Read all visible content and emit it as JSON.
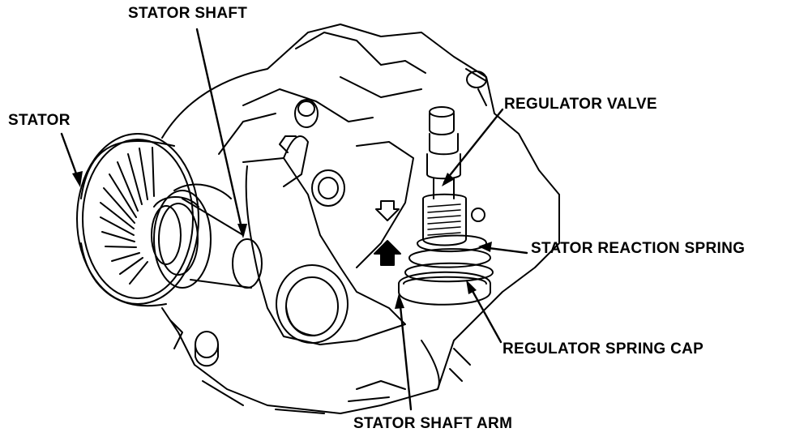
{
  "labels": {
    "stator_shaft": "STATOR SHAFT",
    "stator": "STATOR",
    "regulator_valve": "REGULATOR VALVE",
    "stator_reaction_spring": "STATOR REACTION SPRING",
    "regulator_spring_cap": "REGULATOR SPRING CAP",
    "stator_shaft_arm": "STATOR SHAFT ARM"
  },
  "colors": {
    "ink": "#000000",
    "paper": "#ffffff"
  }
}
